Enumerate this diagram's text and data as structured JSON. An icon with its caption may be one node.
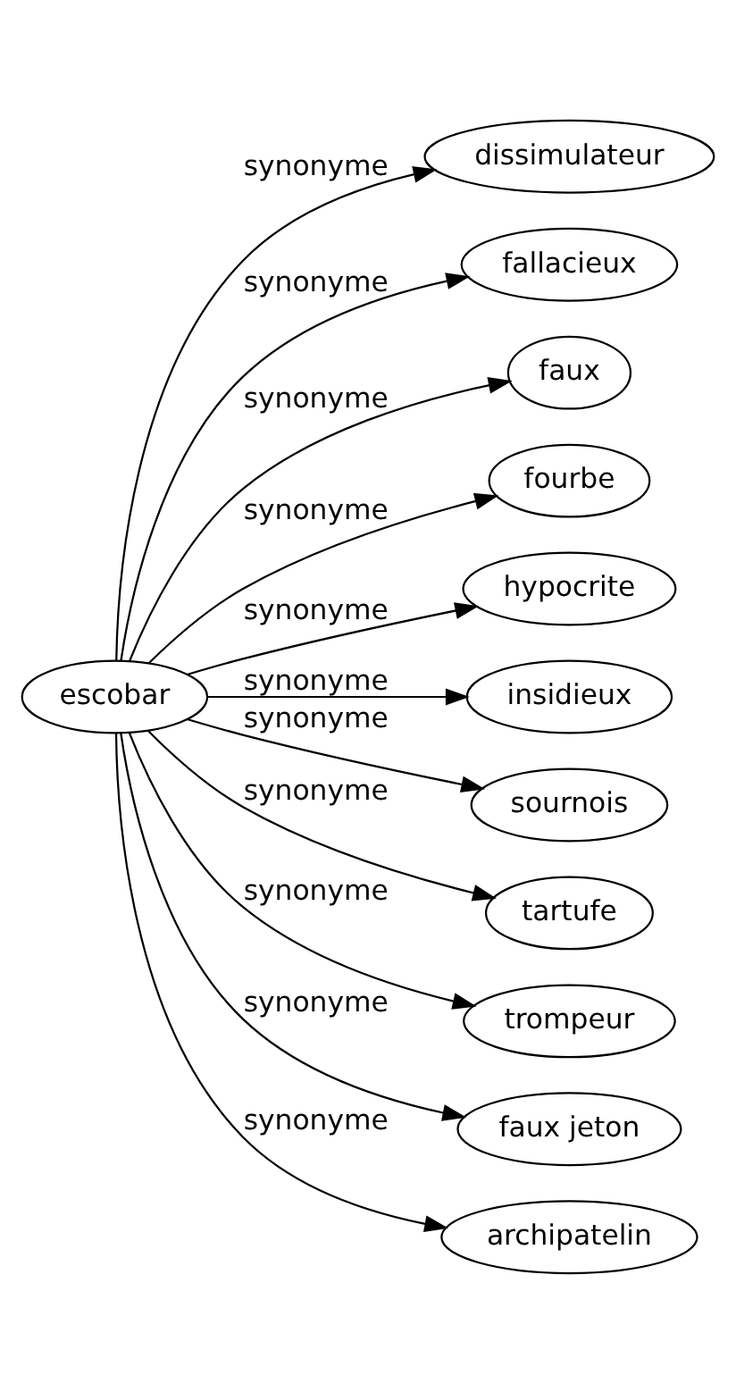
{
  "diagram": {
    "nodes": [
      {
        "text": [
          "escobar"
        ]
      },
      {
        "text": [
          "dissimulateur"
        ]
      },
      {
        "text": [
          "fallacieux"
        ]
      },
      {
        "text": [
          "faux"
        ]
      },
      {
        "text": [
          "fourbe"
        ]
      },
      {
        "text": [
          "hypocrite"
        ]
      },
      {
        "text": [
          "insidieux"
        ]
      },
      {
        "text": [
          "sournois"
        ]
      },
      {
        "text": [
          "tartufe"
        ]
      },
      {
        "text": [
          "trompeur"
        ]
      },
      {
        "text": [
          "faux jeton"
        ]
      },
      {
        "text": [
          "archipatelin"
        ]
      }
    ],
    "edges": [
      {
        "from": 0,
        "to": 1,
        "arrow": "to",
        "label": "synonyme"
      },
      {
        "from": 0,
        "to": 2,
        "arrow": "to",
        "label": "synonyme"
      },
      {
        "from": 0,
        "to": 3,
        "arrow": "to",
        "label": "synonyme"
      },
      {
        "from": 0,
        "to": 4,
        "arrow": "to",
        "label": "synonyme"
      },
      {
        "from": 0,
        "to": 5,
        "arrow": "to",
        "label": "synonyme"
      },
      {
        "from": 0,
        "to": 6,
        "arrow": "to",
        "label": "synonyme"
      },
      {
        "from": 0,
        "to": 7,
        "arrow": "to",
        "label": "synonyme"
      },
      {
        "from": 0,
        "to": 8,
        "arrow": "to",
        "label": "synonyme"
      },
      {
        "from": 0,
        "to": 9,
        "arrow": "to",
        "label": "synonyme"
      },
      {
        "from": 0,
        "to": 10,
        "arrow": "to",
        "label": "synonyme"
      },
      {
        "from": 0,
        "to": 11,
        "arrow": "to",
        "label": "synonyme"
      }
    ]
  }
}
